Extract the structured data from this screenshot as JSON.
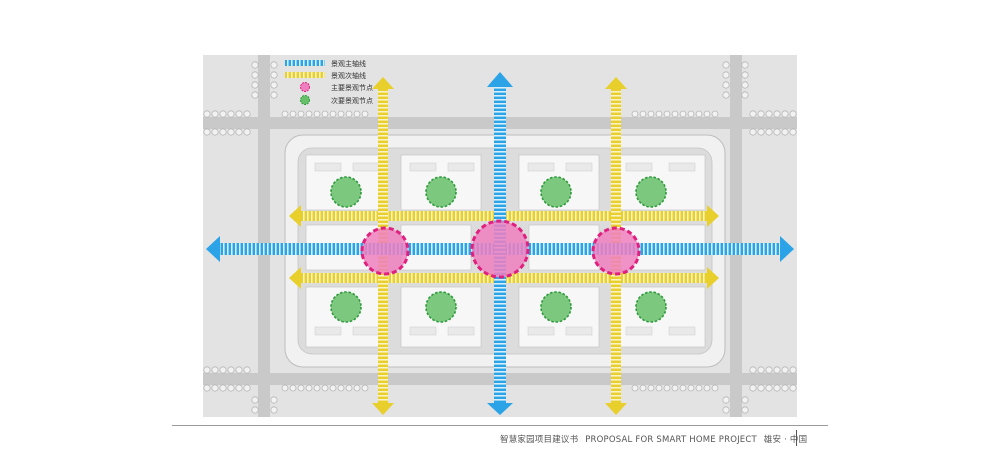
{
  "legend": {
    "primary_axis": "景观主轴线",
    "secondary_axis": "景观次轴线",
    "primary_node": "主要景观节点",
    "secondary_node": "次要景观节点"
  },
  "footer": {
    "cn": "智慧家园项目建议书",
    "en": "PROPOSAL FOR SMART HOME PROJECT",
    "place": "雄安 · 中国"
  },
  "colors": {
    "primary_axis": "#2ba3e6",
    "secondary_axis": "#e8cf2c",
    "primary_node": "#e0207f",
    "secondary_node": "#3fae49",
    "road": "#c9c9c9",
    "ground": "#e3e3e3"
  }
}
